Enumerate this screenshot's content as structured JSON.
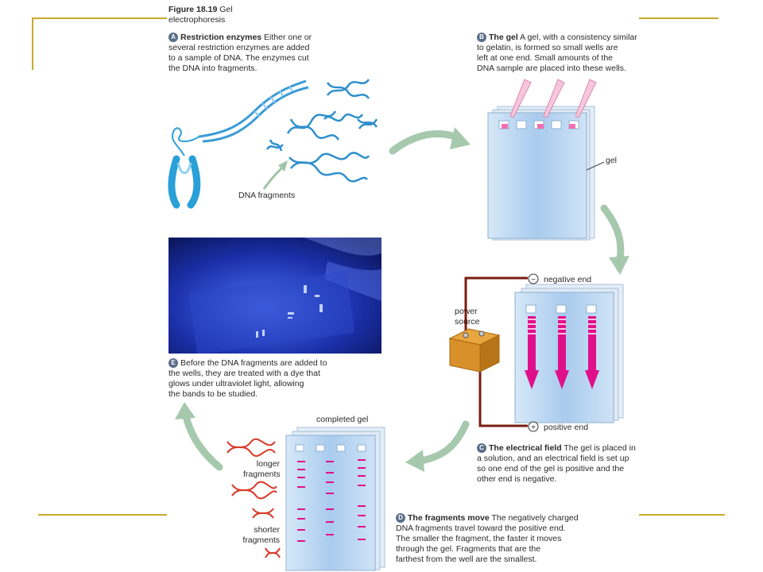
{
  "figure": {
    "number": "Figure 18.19",
    "title_line1": "Gel",
    "title_line2": "electrophoresis"
  },
  "colors": {
    "gold_rule": "#c9a92c",
    "gel_blue": "#bcd8f2",
    "band_magenta": "#e0108a",
    "arrow_green": "#9fc4a8",
    "wire_brown": "#7a1c10",
    "box_orange": "#d8902a"
  },
  "steps": {
    "a": {
      "badge": "A",
      "title": "Restriction enzymes",
      "line1": "Either one or",
      "line2": "several restriction enzymes are added",
      "line3": "to a sample of DNA. The enzymes cut",
      "line4": "the DNA into fragments."
    },
    "b": {
      "badge": "B",
      "title": "The gel",
      "line1": "A gel, with a consistency similar",
      "line2": "to gelatin, is formed so small wells are",
      "line3": "left at one end. Small amounts of the",
      "line4": "DNA sample are placed into these wells."
    },
    "c": {
      "badge": "C",
      "title": "The electrical field",
      "line1": "The gel is placed in",
      "line2": "a solution, and an electrical field is set up",
      "line3": "so one end of the gel is positive and the",
      "line4": "other end is negative."
    },
    "d": {
      "badge": "D",
      "title": "The fragments move",
      "line1": "The negatively charged",
      "line2": "DNA fragments travel toward the positive end.",
      "line3": "The smaller the fragment, the faster it moves",
      "line4": "through the gel. Fragments that are the",
      "line5": "farthest from the well are the smallest."
    },
    "e": {
      "badge": "E",
      "line1": "Before the DNA fragments are added to",
      "line2": "the wells, they are treated with a dye that",
      "line3": "glows under ultraviolet light, allowing",
      "line4": "the bands to be studied."
    }
  },
  "labels": {
    "dna_fragments": "DNA fragments",
    "gel": "gel",
    "negative_end": "negative end",
    "positive_end": "positive end",
    "power_source_1": "power",
    "power_source_2": "source",
    "completed_gel": "completed gel",
    "longer_1": "longer",
    "longer_2": "fragments",
    "shorter_1": "shorter",
    "shorter_2": "fragments",
    "minus_sign": "−",
    "plus_sign": "+"
  }
}
